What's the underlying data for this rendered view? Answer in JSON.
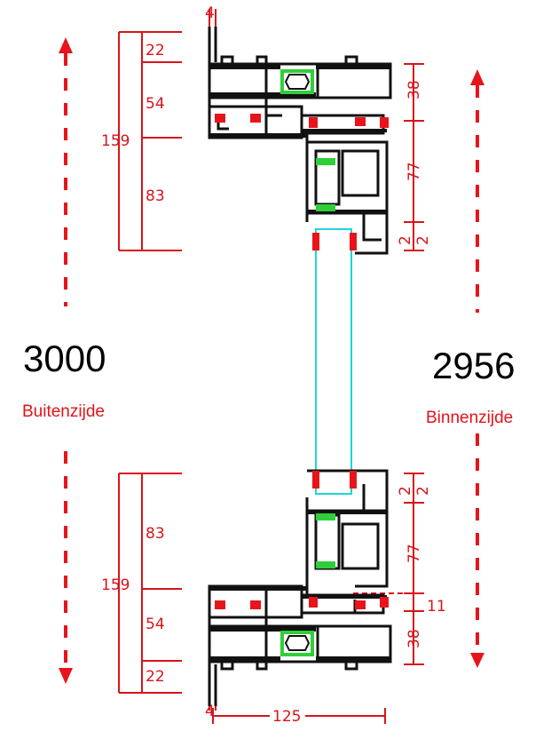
{
  "colors": {
    "profile": "#111111",
    "dimension": "#d8141b",
    "arrow": "#e8141b",
    "gasket": "#e8141b",
    "glazing_bead": "#2fcf3a",
    "glass": "#22d4d4"
  },
  "left_side": {
    "total": "3000",
    "label": "Buitenzijde"
  },
  "right_side": {
    "total": "2956",
    "label": "Binnenzijde"
  },
  "top_left_dims": {
    "gap": "4",
    "a": "22",
    "b": "54",
    "c": "83",
    "total": "159"
  },
  "bottom_left_dims": {
    "a": "83",
    "b": "54",
    "c": "22",
    "gap": "4",
    "total": "159"
  },
  "top_right_dims": {
    "a": "38",
    "b": "77",
    "c": "2",
    "d": "2"
  },
  "bottom_right_dims": {
    "c": "2",
    "d": "2",
    "b": "77",
    "e": "11",
    "a": "38"
  },
  "bottom_width": "125",
  "icons": {
    "up_arrow": "arrow-up-icon",
    "down_arrow": "arrow-down-icon"
  }
}
